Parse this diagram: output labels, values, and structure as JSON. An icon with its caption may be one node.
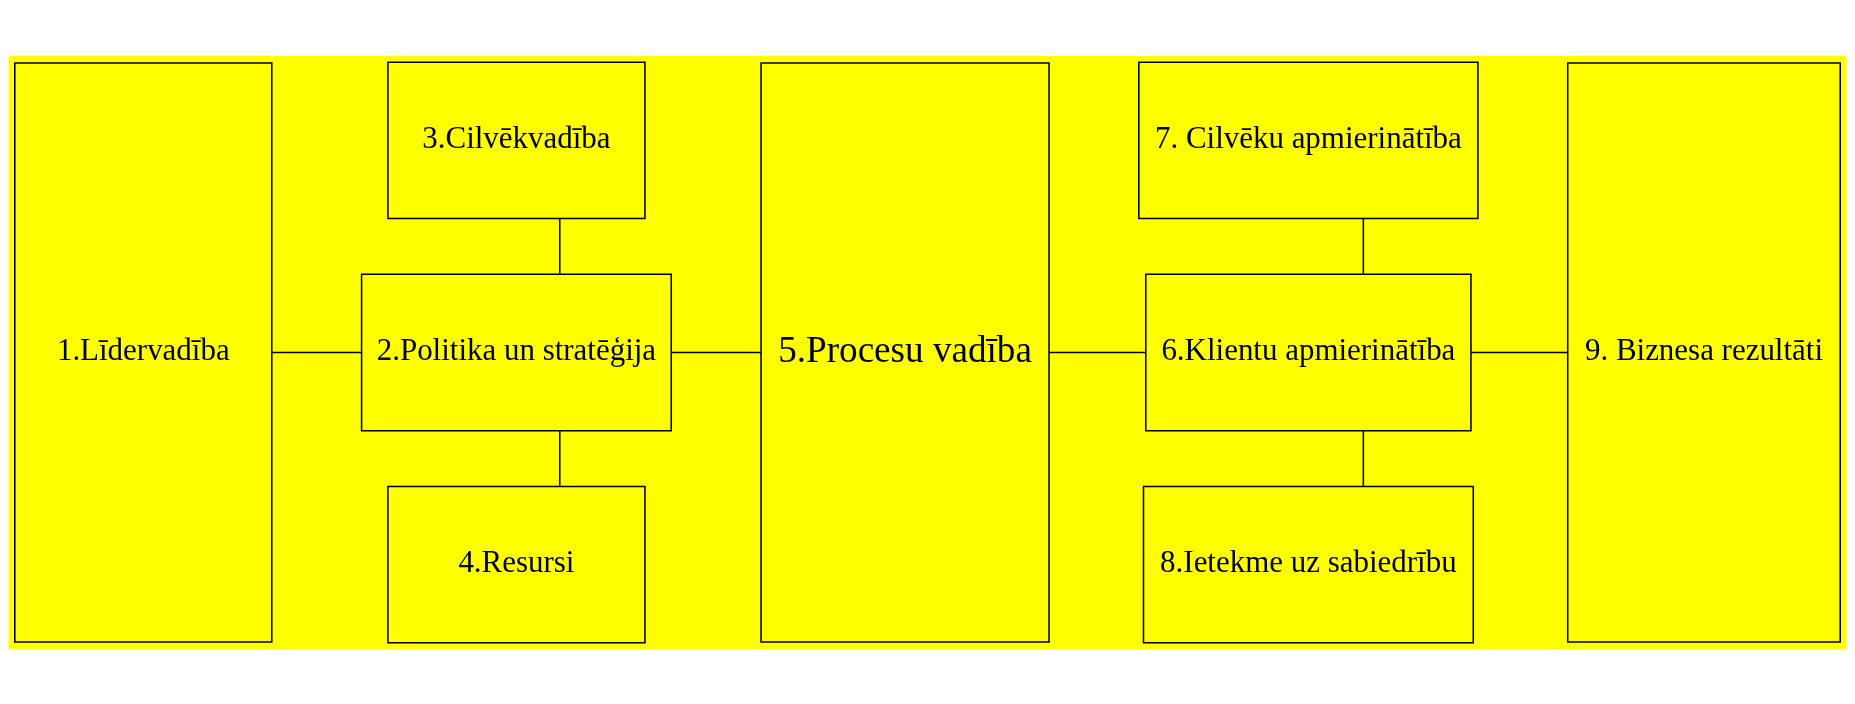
{
  "diagram": {
    "nodes": [
      {
        "text": [
          "1.Līdervadība"
        ]
      },
      {
        "text": [
          "2.Politika un stratēģija"
        ]
      },
      {
        "text": [
          "3.Cilvēkvadība"
        ]
      },
      {
        "text": [
          "4.Resursi"
        ]
      },
      {
        "text": [
          "5.Procesu vadība"
        ]
      },
      {
        "text": [
          "6.Klientu apmierinātība"
        ]
      },
      {
        "text": [
          "7. Cilvēku apmierinātība"
        ]
      },
      {
        "text": [
          "8.Ietekme uz sabiedrību"
        ]
      },
      {
        "text": [
          "9. Biznesa rezultāti"
        ]
      }
    ],
    "edges": [
      {
        "from": 0,
        "to": 1,
        "arrow": "none"
      },
      {
        "from": 2,
        "to": 1,
        "arrow": "none"
      },
      {
        "from": 1,
        "to": 3,
        "arrow": "none"
      },
      {
        "from": 1,
        "to": 4,
        "arrow": "none"
      },
      {
        "from": 6,
        "to": 5,
        "arrow": "none"
      },
      {
        "from": 4,
        "to": 5,
        "arrow": "none"
      },
      {
        "from": 5,
        "to": 7,
        "arrow": "none"
      },
      {
        "from": 5,
        "to": 8,
        "arrow": "none"
      }
    ]
  }
}
